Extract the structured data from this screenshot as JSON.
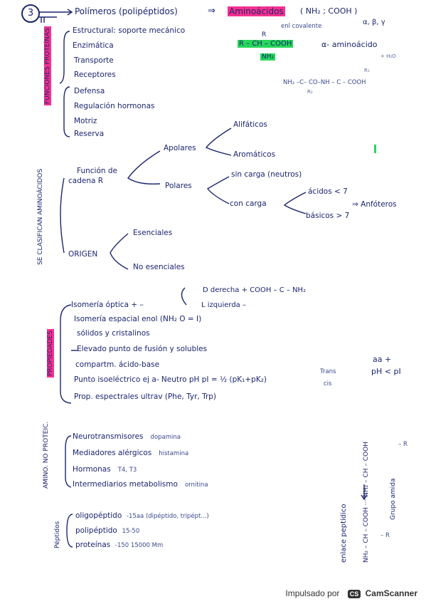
{
  "header": {
    "number": "3",
    "polimeros": "Polímeros (polipéptidos)",
    "arrow": "⇒",
    "aminoacidos": "Aminoácidos",
    "formula": "( NH₂ ; COOH )",
    "enl": "enl covalente",
    "greek": "α, β, γ"
  },
  "functions": {
    "label": "FUNCIONES PROTEÍNAS",
    "items": [
      "Estructural: soporte mecánico",
      "Enzimática",
      "Transporte",
      "Receptores",
      "Defensa",
      "Regulación hormonas",
      "Motriz",
      "Reserva"
    ]
  },
  "aa_structure": {
    "r": "R",
    "main": "R – CH – COOH",
    "nh2": "NH₂",
    "alpha": "α- aminoácido",
    "h2o": "+ H₂O",
    "peptide": "NH₂ –C– CO–NH – C – COOH",
    "r1": "R₁",
    "r2": "R₂"
  },
  "classification": {
    "label": "SE CLASIFICAN AMINOÁCIDOS",
    "funcion": "Función de",
    "cadena": "cadena R",
    "apolares": "Apolares",
    "alifaticos": "Alifáticos",
    "aromaticos": "Aromáticos",
    "polares": "Polares",
    "sin_carga": "sin carga (neutros)",
    "con_carga": "con carga",
    "acidos": "ácidos < 7",
    "basicos": "básicos > 7",
    "anfoteros": "⇒ Anfóteros",
    "origen": "ORIGEN",
    "esenciales": "Esenciales",
    "no_esenciales": "No esenciales"
  },
  "properties": {
    "label": "PROPIEDADES",
    "isomeria_optica": "Isomería óptica  + –",
    "d_derecha": "D derecha +   COOH – C – NH₂",
    "l_izquierda": "L izquierda –",
    "isomeria_espacial": "Isomería espacial enol (NH₂ O = I)",
    "solidos": "sólidos y cristalinos",
    "fusion": "Elevado punto de fusión y solubles",
    "acido_base": "compartm. ácido-base",
    "isoelectrico": "Punto isoeléctrico ej a- Neutro pH   pI = ½ (pK₁+pK₂)",
    "espectrales": "Prop. espectrales  ultrav (Phe, Tyr, Trp)",
    "trans": "Trans",
    "cis": "cis",
    "aa_plus": "aa +",
    "ph_pi": "pH < pI"
  },
  "non_protein": {
    "label": "AMINO. NO PROTEIC.",
    "items": [
      {
        "name": "Neurotransmisores",
        "example": "dopamina"
      },
      {
        "name": "Mediadores alérgicos",
        "example": "histamina"
      },
      {
        "name": "Hormonas",
        "example": "T4, T3"
      },
      {
        "name": "Intermediarios metabolismo",
        "example": "ornitina"
      }
    ]
  },
  "peptides": {
    "label": "Péptidos",
    "items": [
      {
        "name": "oligopéptido",
        "detail": "-15aa   (dipéptido, tripépt...)"
      },
      {
        "name": "polipéptido",
        "detail": "15-50"
      },
      {
        "name": "proteínas",
        "detail": "-150   15000 Mm"
      }
    ]
  },
  "enlace": {
    "label": "enlace peptídico",
    "formula": "NH₂ – CH – COOH ··· NH₂ – CH – COOH",
    "r1": "– R",
    "r2": "– R",
    "grupo": "Grupo amida"
  },
  "footer": {
    "impulsado": "Impulsado por",
    "badge": "CS",
    "brand": "CamScanner"
  }
}
